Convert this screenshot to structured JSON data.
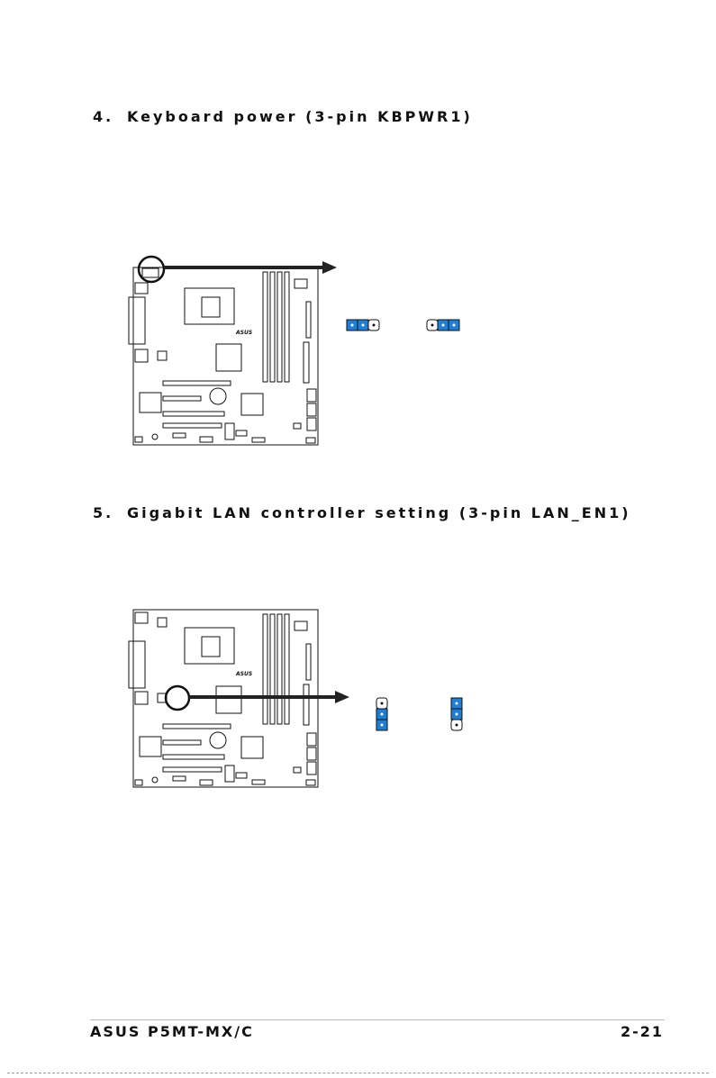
{
  "section4": {
    "number": "4.",
    "title": "Keyboard power (3-pin KBPWR1)"
  },
  "section5": {
    "number": "5.",
    "title": "Gigabit LAN controller setting (3-pin LAN_EN1)"
  },
  "footer": {
    "left": "ASUS P5MT-MX/C",
    "right": "2-21"
  },
  "board_logo": "ASUS",
  "colors": {
    "jumper_cap": "#1f7fd6",
    "ink": "#111111",
    "arrow": "#222222"
  }
}
